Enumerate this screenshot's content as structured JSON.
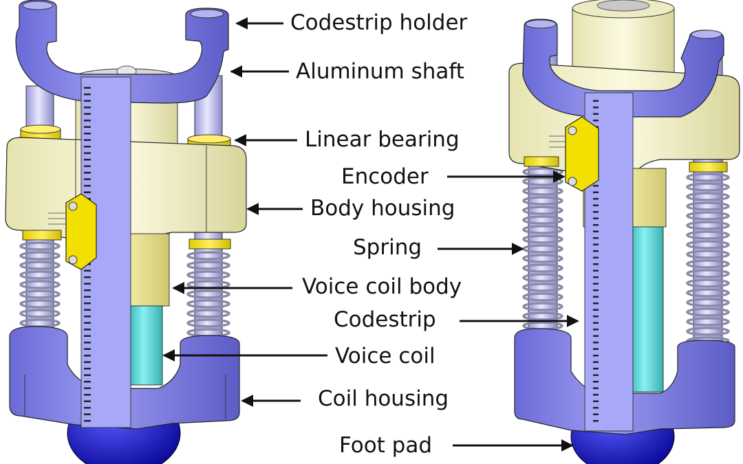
{
  "figure": {
    "title": "Voice coil actuator leg assembly (two views)",
    "colors": {
      "blue_part": "#8585e6",
      "blue_dark": "#5c5cc8",
      "cream_body": "#f4f2c8",
      "cream_shadow": "#d9d6a0",
      "yellow_bearing": "#f0e020",
      "shaft": "#c8c8f0",
      "voice_coil": "#60d8d8",
      "foot_pad": "#1818c0",
      "codestrip": "#a8a8f8",
      "label_text": "#111111"
    },
    "labels": [
      {
        "id": "codestrip-holder",
        "text": "Codestrip holder",
        "arrow": "left"
      },
      {
        "id": "aluminum-shaft",
        "text": "Aluminum shaft",
        "arrow": "left"
      },
      {
        "id": "linear-bearing",
        "text": "Linear bearing",
        "arrow": "left"
      },
      {
        "id": "encoder",
        "text": "Encoder",
        "arrow": "right"
      },
      {
        "id": "body-housing",
        "text": "Body housing",
        "arrow": "left"
      },
      {
        "id": "spring",
        "text": "Spring",
        "arrow": "right"
      },
      {
        "id": "voice-coil-body",
        "text": "Voice coil body",
        "arrow": "left"
      },
      {
        "id": "codestrip",
        "text": "Codestrip",
        "arrow": "right"
      },
      {
        "id": "voice-coil",
        "text": "Voice coil",
        "arrow": "left"
      },
      {
        "id": "coil-housing",
        "text": "Coil housing",
        "arrow": "left"
      },
      {
        "id": "foot-pad",
        "text": "Foot pad",
        "arrow": "right"
      }
    ]
  }
}
